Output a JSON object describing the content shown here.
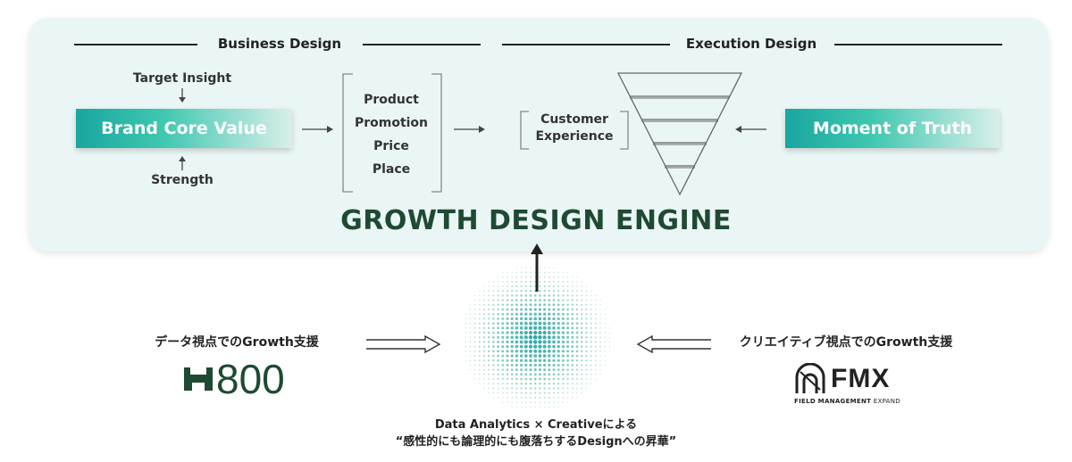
{
  "business_design": {
    "title": "Business Design"
  },
  "execution_design": {
    "title": "Execution Design"
  },
  "brand_core": {
    "label": "Brand Core Value",
    "above": "Target Insight",
    "below": "Strength"
  },
  "marketing_mix": {
    "items": [
      "Product",
      "Promotion",
      "Price",
      "Place"
    ]
  },
  "customer_experience": {
    "line1": "Customer",
    "line2": "Experience"
  },
  "moment_of_truth": {
    "label": "Moment of Truth"
  },
  "engine": {
    "title": "GROWTH DESIGN ENGINE"
  },
  "left_support": {
    "label": "データ視点でのGrowth支援",
    "logo_text": "800"
  },
  "right_support": {
    "label": "クリエイティブ視点でのGrowth支援",
    "logo_text": "FMX",
    "logo_sub_bold": "FIELD MANAGEMENT",
    "logo_sub_light": " EXPAND"
  },
  "caption": {
    "line1": "Data Analytics × Creativeによる",
    "line2": "“感性的にも論理的にも腹落ちするDesignへの昇華”"
  },
  "colors": {
    "accent_teal": "#19a6a0",
    "dark_green": "#1e4a33",
    "panel_bg": "#eaf6f5"
  }
}
